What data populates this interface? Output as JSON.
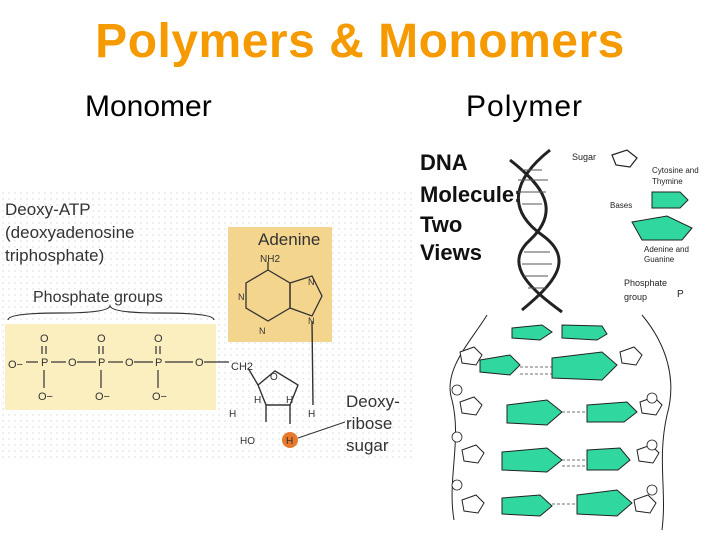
{
  "slide": {
    "title": "Polymers & Monomers",
    "left_heading": "Monomer",
    "right_heading": "Polymer"
  },
  "monomer": {
    "name_line1": "Deoxy-ATP",
    "name_line2": "(deoxyadenosine",
    "name_line3": "triphosphate)",
    "phosphate_label": "Phosphate groups",
    "adenine_label": "Adenine",
    "nh2": "NH2",
    "sugar_label_1": "Deoxy-",
    "sugar_label_2": "ribose",
    "sugar_label_3": "sugar",
    "atoms": {
      "O": "O",
      "P": "P",
      "N": "N",
      "H": "H",
      "HO": "HO",
      "CH2": "CH2",
      "Ominus": "O−"
    },
    "colors": {
      "phosphate_bg": "#fbefc0",
      "adenine_bg": "#f4d58d",
      "highlight_h": "#e8792c"
    }
  },
  "polymer": {
    "dna_title_1": "DNA",
    "dna_title_2": "Molecule:",
    "dna_title_3": "Two",
    "dna_title_4": "Views",
    "legend": {
      "sugar": "Sugar",
      "cytosine_thymine_1": "Cytosine and",
      "cytosine_thymine_2": "Thymine",
      "bases": "Bases",
      "adenine_guanine_1": "Adenine and",
      "adenine_guanine_2": "Guanine",
      "phosphate_1": "Phosphate",
      "phosphate_2": "group",
      "p_symbol": "P"
    },
    "colors": {
      "base_fill": "#30d8a0"
    }
  }
}
